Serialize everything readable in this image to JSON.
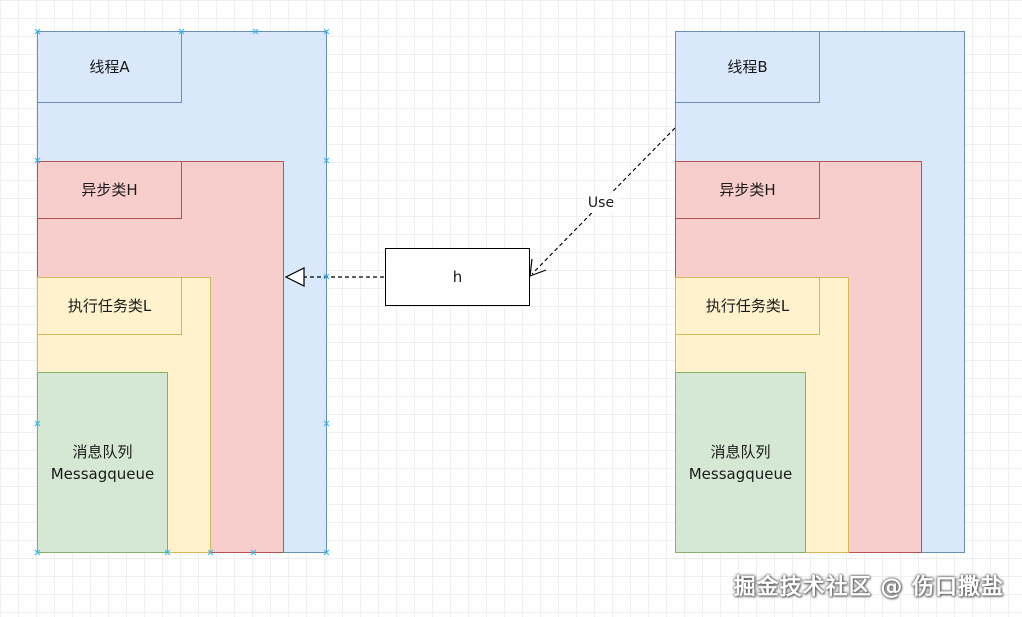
{
  "left": {
    "thread_label": "线程A",
    "async_label": "异步类H",
    "task_label": "执行任务类L",
    "queue_line1": "消息队列",
    "queue_line2": "Messagqueue"
  },
  "right": {
    "thread_label": "线程B",
    "async_label": "异步类H",
    "task_label": "执行任务类L",
    "queue_line1": "消息队列",
    "queue_line2": "Messagqueue"
  },
  "handler_box_label": "h",
  "use_label": "Use",
  "watermark": "掘金技术社区 @ 伤口撒盐",
  "colors": {
    "thread_fill": "#dae8fc",
    "async_fill": "#f8cecc",
    "task_fill": "#fff2cc",
    "queue_fill": "#d5e8d4"
  }
}
